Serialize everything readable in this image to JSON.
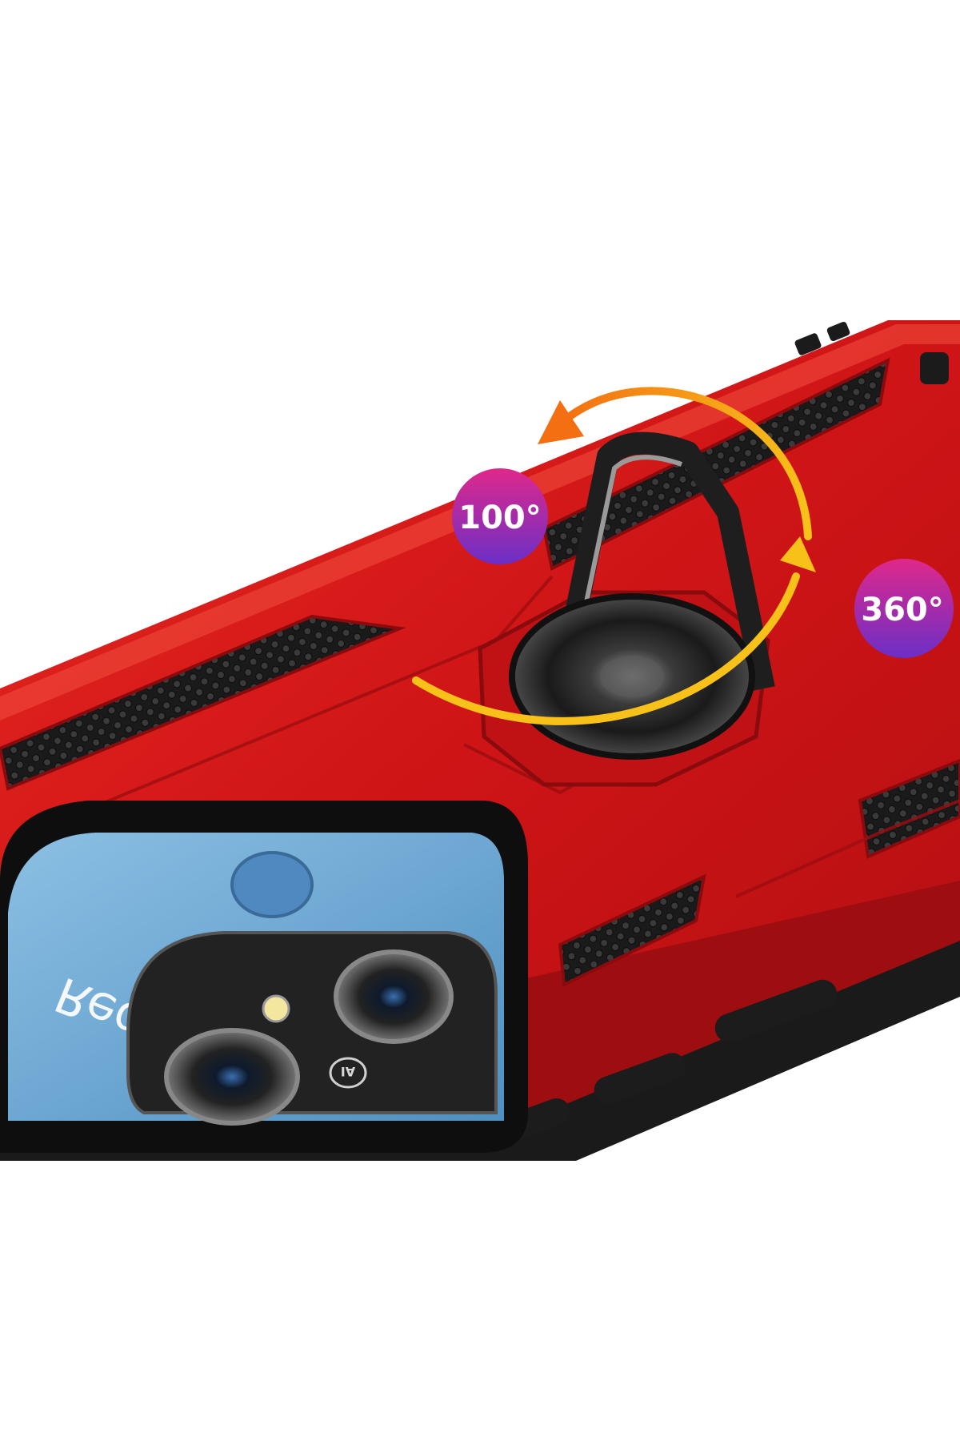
{
  "product": {
    "brand_label": "Redmi",
    "lens_mark": "AI"
  },
  "badges": {
    "flip_angle": "100°",
    "rotate_angle": "360°"
  },
  "colors": {
    "case_red": "#d7191b",
    "case_dark_red": "#8e0c0e",
    "camera_glass": "#6ea9d4",
    "ring_metal": "#2a2a2a",
    "arrow_yellow": "#f7c11a",
    "arrow_orange": "#f36f12",
    "badge_pink": "#e0288a",
    "badge_purple": "#6b2fc7"
  }
}
